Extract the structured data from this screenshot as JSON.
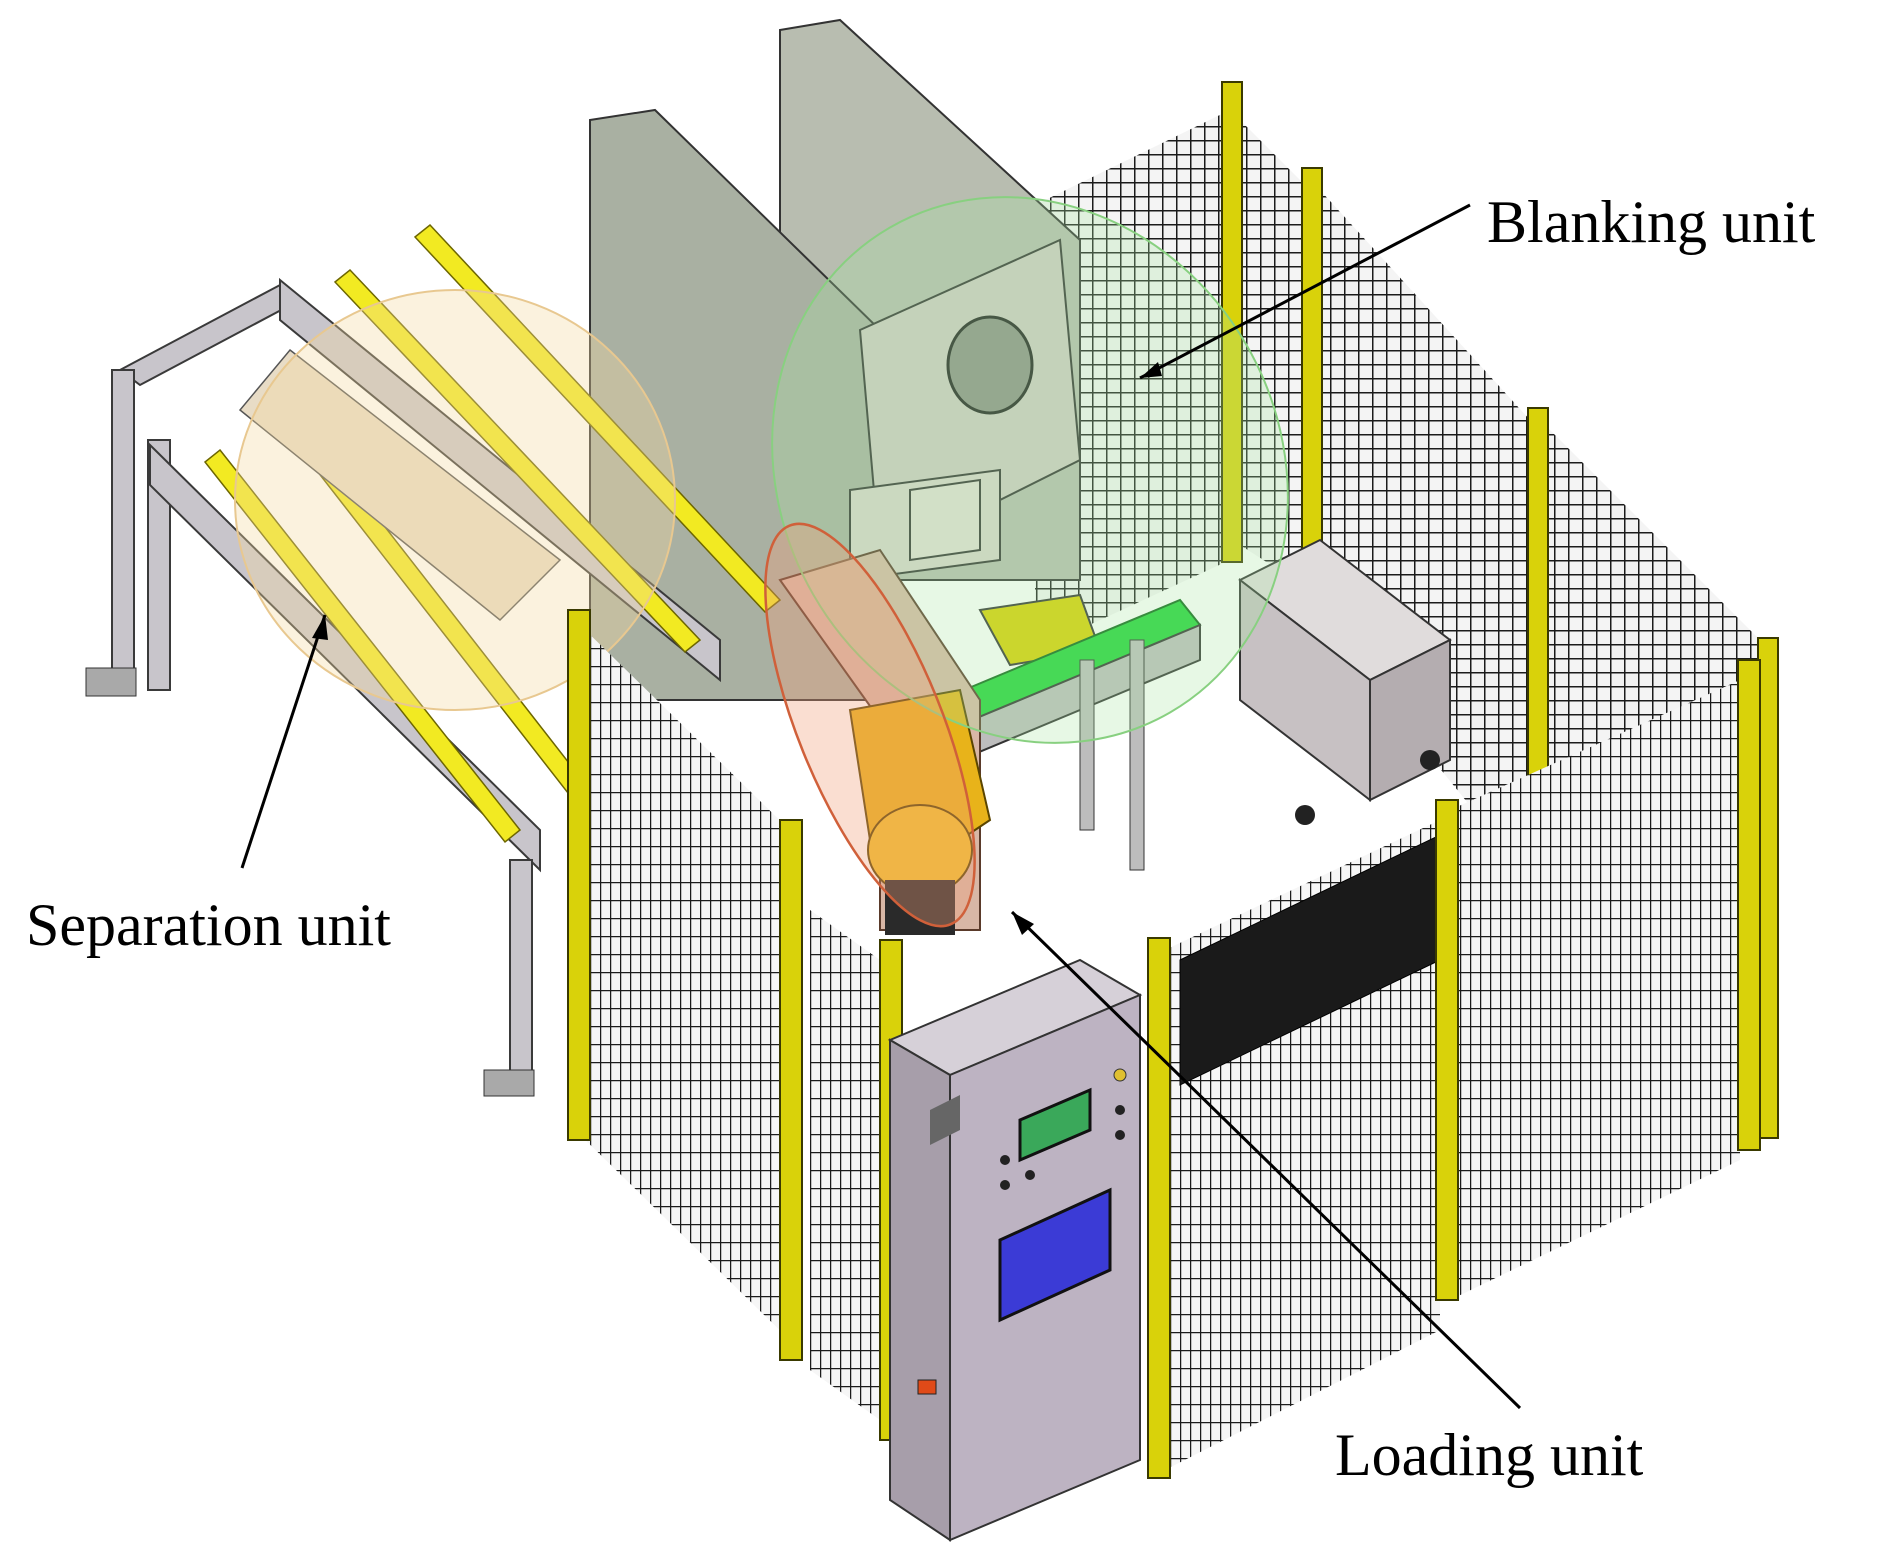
{
  "figure": {
    "labels": {
      "blanking": "Blanking unit",
      "separation": "Separation unit",
      "loading": "Loading unit"
    },
    "colors": {
      "background": "#ffffff",
      "fence_post": "#d9d20a",
      "fence_mesh": "#1c1c1c",
      "machine_body": "#c9c6bf",
      "cabinet": "#bdb3c2",
      "conveyor_belt": "#22d43a",
      "robot": "#e8b31a",
      "highlight_blanking": "#a8e6a0",
      "highlight_separation": "#f3d9a0",
      "highlight_loading": "#f0a07a",
      "hmi_screen": "#3b3bd6",
      "status_display": "#3aa85a"
    },
    "icons": [
      "emergency-stop-icon",
      "indicator-light-icon"
    ]
  }
}
